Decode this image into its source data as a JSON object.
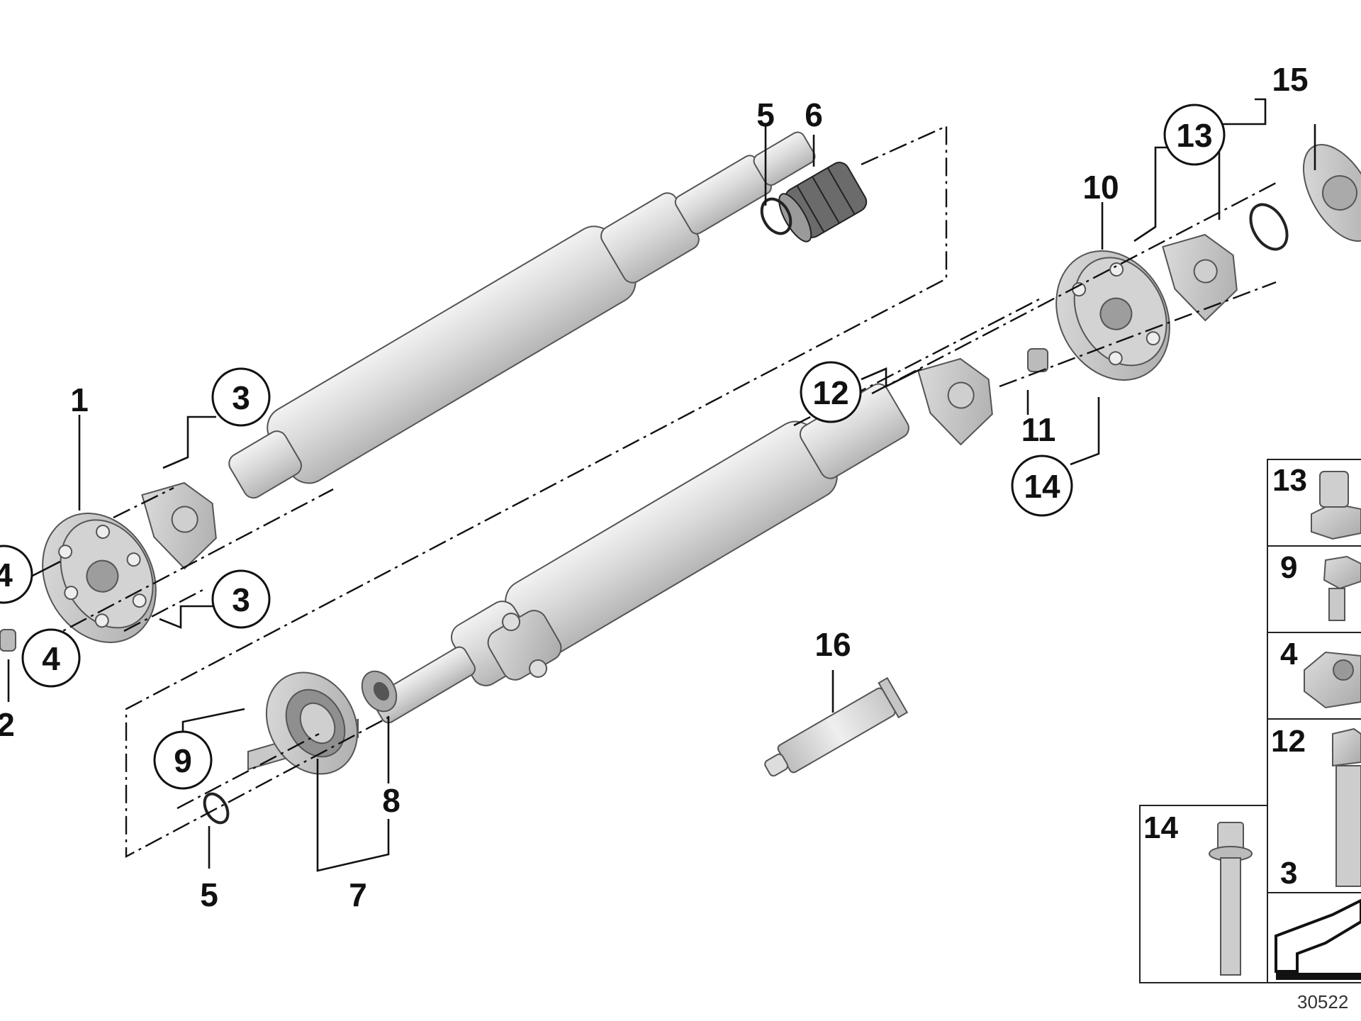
{
  "callouts": {
    "c1": "1",
    "c2": "2",
    "c3a": "3",
    "c3b": "3",
    "c4a": "4",
    "c4b": "4",
    "c5a": "5",
    "c5b": "5",
    "c6": "6",
    "c7": "7",
    "c8": "8",
    "c9": "9",
    "c10": "10",
    "c11": "11",
    "c12": "12",
    "c13": "13",
    "c14": "14",
    "c15": "15",
    "c16": "16"
  },
  "legend": {
    "n13": "13",
    "n9": "9",
    "n4": "4",
    "n12": "12",
    "n14": "14",
    "n3": "3"
  },
  "ref_number": "30522"
}
